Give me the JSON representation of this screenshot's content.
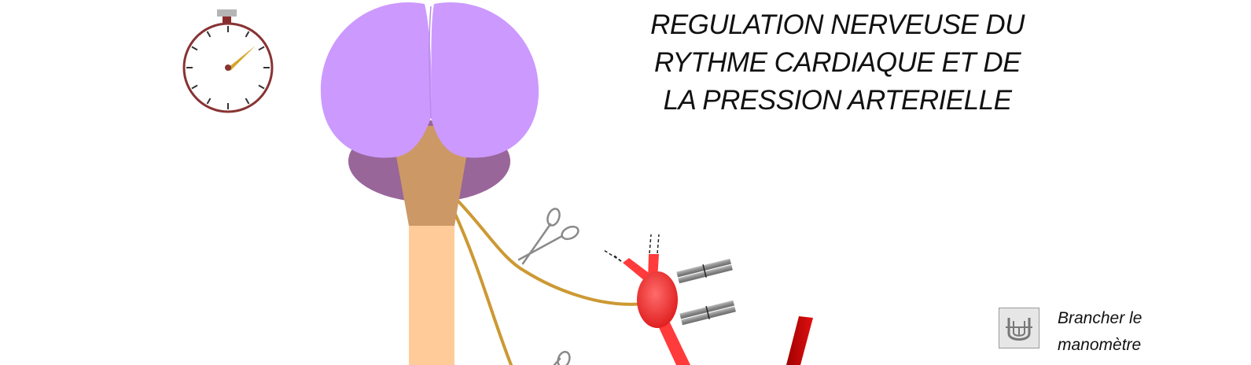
{
  "title": {
    "line1": "REGULATION NERVEUSE DU",
    "line2": "RYTHME CARDIAQUE ET DE",
    "line3": "LA PRESSION ARTERIELLE"
  },
  "manometer_action": {
    "line1": "Brancher le",
    "line2": "manomètre",
    "icon": "u-tube-manometer-icon"
  },
  "icons": {
    "timer": "stopwatch-icon",
    "scissors": "scissors-icon",
    "clamp": "clamp-icon"
  },
  "colors": {
    "brain": "#cc99ff",
    "cerebellum": "#99669a",
    "brainstem": "#cc9966",
    "spinal_cord": "#ffcc99",
    "nerve": "#cc9933",
    "artery": "#ff3333",
    "stopwatch": "#883333"
  }
}
